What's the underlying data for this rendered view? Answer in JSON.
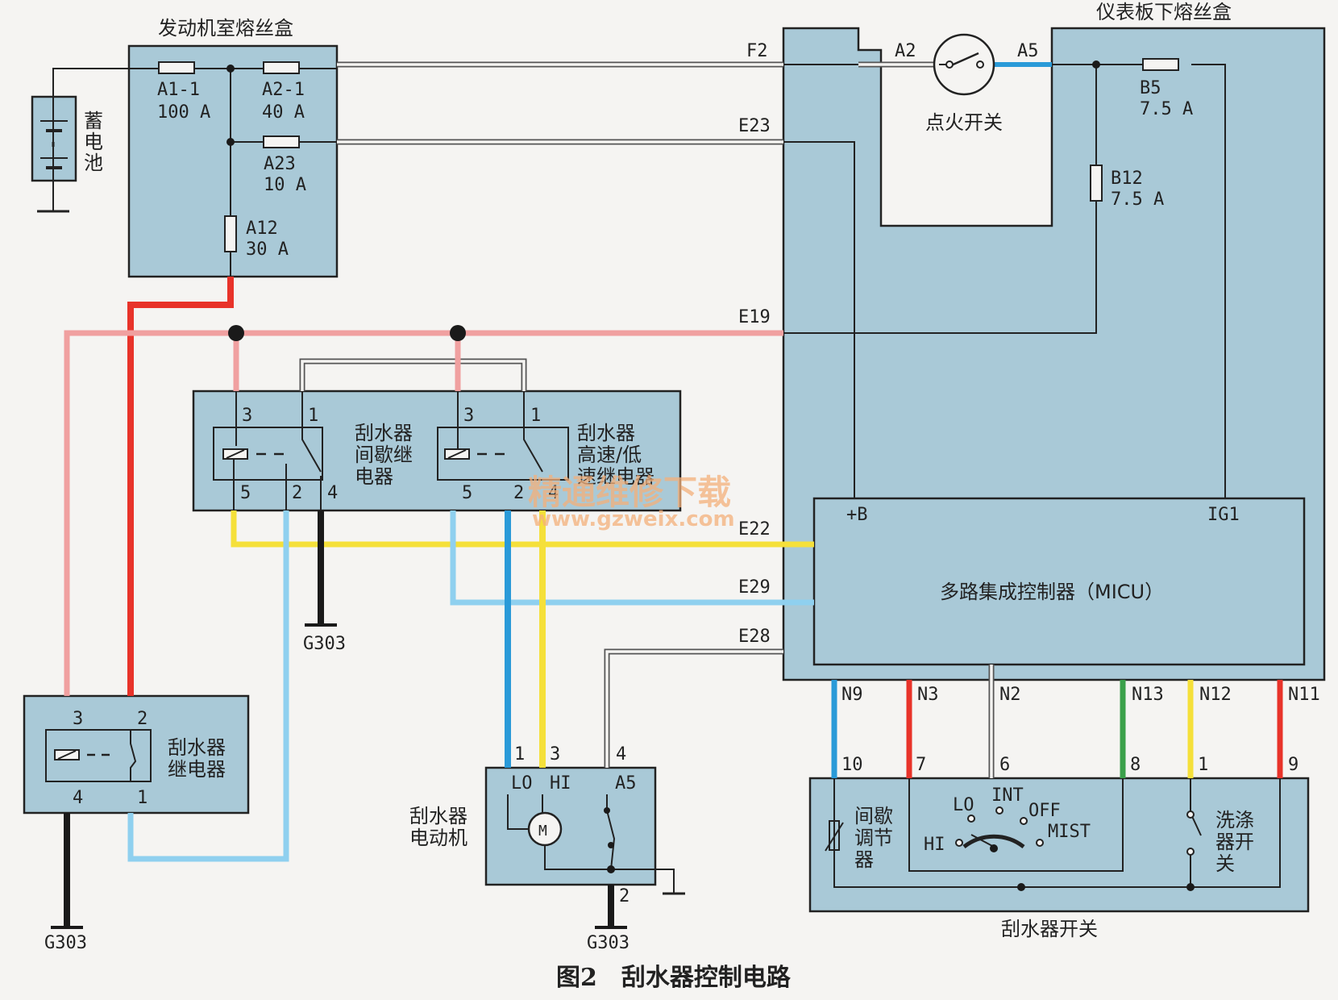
{
  "caption": "图2　刮水器控制电路",
  "watermark": {
    "line1": "精通维修下载",
    "line2": "www.gzweix.com"
  },
  "colors": {
    "panel": "#a9c9d7",
    "red": "#e8332a",
    "pink": "#f0a0a0",
    "yellow": "#f5e03a",
    "light_blue": "#8fd0ef",
    "blue": "#2a9ad8",
    "green": "#3aa04a",
    "black": "#1a1a1a"
  },
  "battery": {
    "label": "蓄电池"
  },
  "engine_fuse_box": {
    "title": "发动机室熔丝盒",
    "fuses": [
      {
        "id": "A1-1",
        "rating": "100 A"
      },
      {
        "id": "A2-1",
        "rating": "40 A"
      },
      {
        "id": "A23",
        "rating": "10 A"
      },
      {
        "id": "A12",
        "rating": "30 A"
      }
    ]
  },
  "dash_fuse_box": {
    "title": "仪表板下熔丝盒",
    "fuses": [
      {
        "id": "B5",
        "rating": "7.5 A"
      },
      {
        "id": "B12",
        "rating": "7.5 A"
      }
    ],
    "ports": [
      "F2",
      "E23",
      "E19",
      "E22",
      "E29",
      "E28"
    ]
  },
  "ignition_switch": {
    "label": "点火开关",
    "pins": [
      "A2",
      "A5"
    ]
  },
  "micu": {
    "label": "多路集成控制器（MICU）",
    "pins_top": [
      "+B",
      "IG1"
    ],
    "pins_bottom": [
      "N9",
      "N3",
      "N2",
      "N13",
      "N12",
      "N11"
    ]
  },
  "relay_intermittent": {
    "label_lines": [
      "刮水器",
      "间歇继",
      "电器"
    ],
    "pins": [
      "3",
      "1",
      "5",
      "2",
      "4"
    ]
  },
  "relay_speed": {
    "label_lines": [
      "刮水器",
      "高速/低",
      "速继电器"
    ],
    "pins": [
      "3",
      "1",
      "5",
      "2",
      "4"
    ]
  },
  "relay_main": {
    "label_lines": [
      "刮水器",
      "继电器"
    ],
    "pins": [
      "3",
      "2",
      "4",
      "1"
    ]
  },
  "wiper_motor": {
    "label_lines": [
      "刮水器",
      "电动机"
    ],
    "pins": [
      "1",
      "3",
      "4",
      "2"
    ],
    "inner": [
      "LO",
      "HI",
      "A5",
      "M"
    ]
  },
  "wiper_switch": {
    "label": "刮水器开关",
    "pins": [
      "10",
      "7",
      "6",
      "8",
      "1",
      "9"
    ],
    "intermittent_lines": [
      "间歇",
      "调节",
      "器"
    ],
    "washer_lines": [
      "洗涤",
      "器开",
      "关"
    ],
    "positions": [
      "LO",
      "INT",
      "OFF",
      "MIST",
      "HI"
    ]
  },
  "grounds": [
    "G303",
    "G303",
    "G303"
  ]
}
